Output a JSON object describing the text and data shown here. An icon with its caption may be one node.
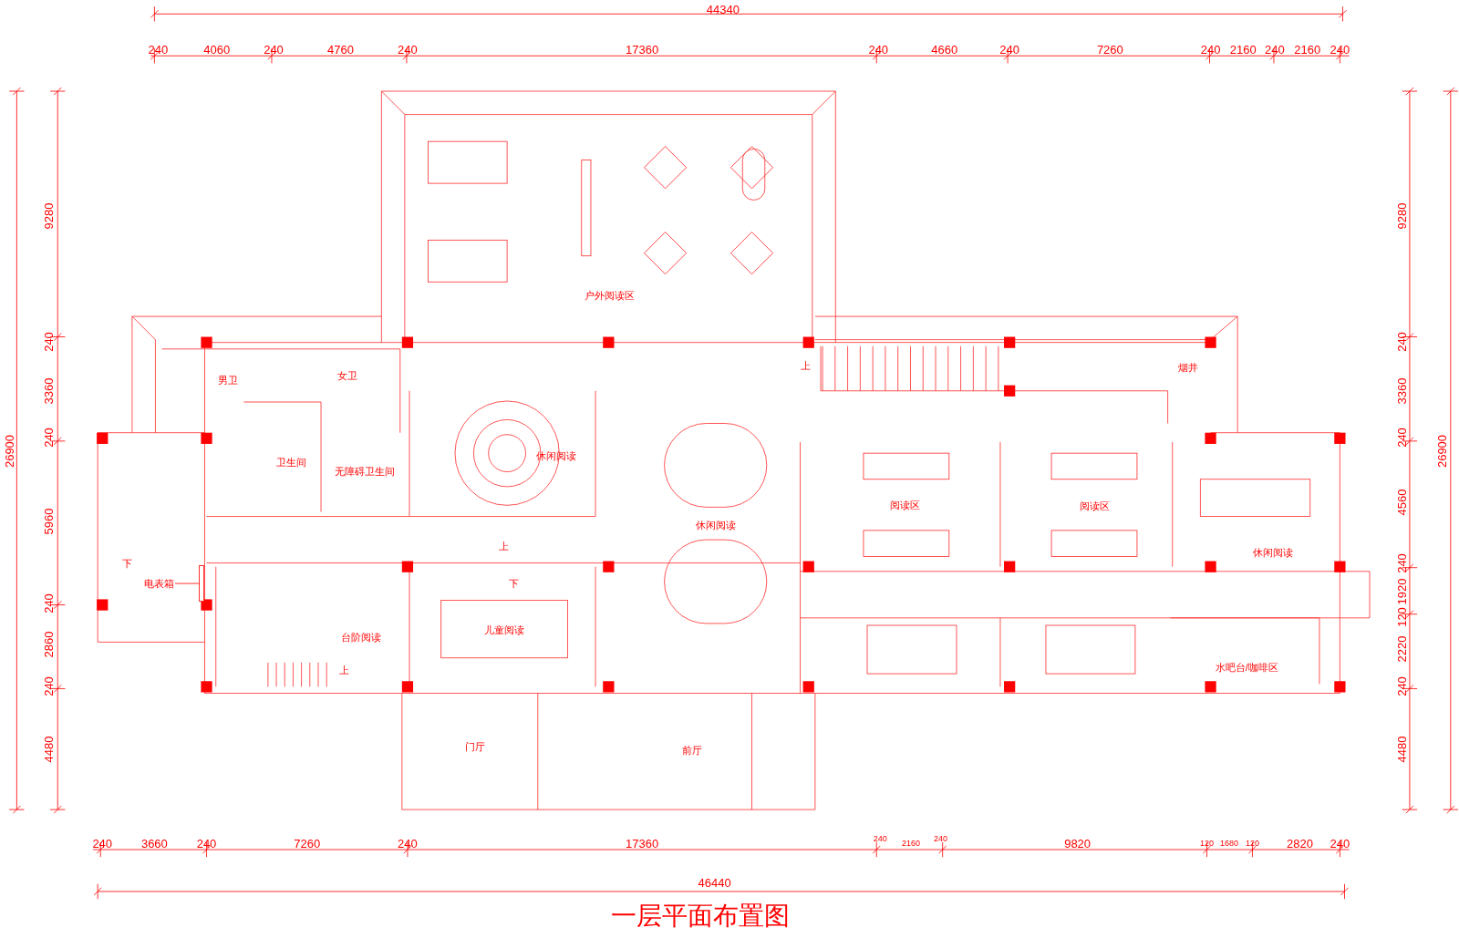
{
  "diagram": {
    "title": "一层平面布置图",
    "nodes": [
      {
        "text": [
          "电表箱"
        ]
      },
      {
        "text": [],
        "shape": "bar"
      }
    ],
    "edges": [
      {
        "from": 0,
        "to": 1,
        "arrow": "none"
      }
    ],
    "labels": [
      "44340",
      "240",
      "4060",
      "240",
      "4760",
      "240",
      "17360",
      "240",
      "4660",
      "240",
      "7260",
      "240",
      "2160",
      "240",
      "2160",
      "240",
      "9280",
      "240",
      "3360",
      "240",
      "5960",
      "240",
      "2860",
      "240",
      "4480",
      "26900",
      "户外阅读区",
      "男卫",
      "女卫",
      "上",
      "烟井",
      "卫生间",
      "无障碍卫生间",
      "休闲阅读",
      "阅读区",
      "阅读区",
      "休闲阅读",
      "上",
      "休闲阅读",
      "下",
      "下",
      "台阶阅读",
      "儿童阅读",
      "上",
      "水吧台/咖啡区",
      "门厅",
      "前厅",
      "9280",
      "240",
      "3360",
      "240",
      "4560",
      "240",
      "1920",
      "120",
      "2220",
      "240",
      "4480",
      "26900",
      "240",
      "3660",
      "240",
      "7260",
      "240",
      "17360",
      "240",
      "2160",
      "240",
      "9820",
      "120",
      "1680",
      "120",
      "2820",
      "240",
      "46440"
    ]
  }
}
